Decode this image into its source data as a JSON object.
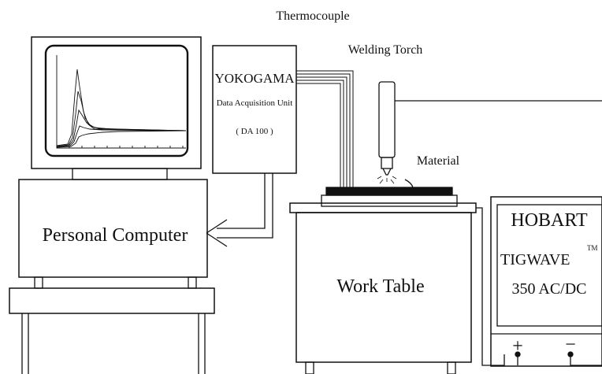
{
  "labels": {
    "thermocouple": "Thermocouple",
    "welding_torch": "Welding Torch",
    "material": "Material",
    "daq_brand": "YOKOGAMA",
    "daq_name": "Data Acquisition Unit",
    "daq_model": "( DA 100 )",
    "computer": "Personal Computer",
    "work_table": "Work Table",
    "power_brand": "HOBART",
    "power_model": "TIGWAVE",
    "power_tm": "TM",
    "power_spec": "350 AC/DC",
    "plus": "+",
    "minus": "−"
  },
  "colors": {
    "line": "#111111",
    "background": "#ffffff"
  }
}
